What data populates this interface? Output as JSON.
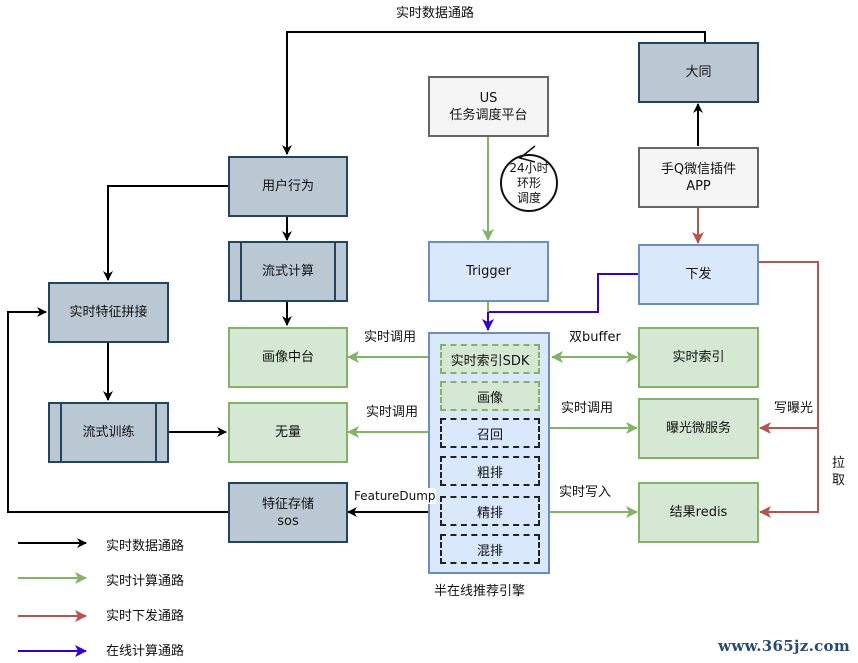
{
  "colors": {
    "data_path": "#000000",
    "compute_path": "#82b366",
    "deliver_path": "#b85450",
    "online_path": "#3300cc"
  },
  "nodes": {
    "datong": "大同",
    "us_line1": "US",
    "us_line2": "任务调度平台",
    "schedule_note_line1": "24小时",
    "schedule_note_line2": "环形",
    "schedule_note_line3": "调度",
    "app_line1": "手Q微信插件",
    "app_line2": "APP",
    "user_behavior": "用户行为",
    "stream_compute": "流式计算",
    "trigger": "Trigger",
    "deliver": "下发",
    "feature_join": "实时特征拼接",
    "profile_center": "画像中台",
    "stream_train": "流式训练",
    "wuliang": "无量",
    "feature_store_line1": "特征存储",
    "feature_store_line2": "sos",
    "realtime_index": "实时索引",
    "exposure_service": "曝光微服务",
    "result_redis": "结果redis"
  },
  "engine": {
    "title": "半在线推荐引擎",
    "modules": [
      "实时索引SDK",
      "画像",
      "召回",
      "粗排",
      "精排",
      "混排"
    ]
  },
  "edge_labels": {
    "top_path": "实时数据通路",
    "call_profile": "实时调用",
    "call_wuliang": "实时调用",
    "double_buffer": "双buffer",
    "call_exposure": "实时调用",
    "write_exposure": "写曝光",
    "feature_dump": "FeatureDump",
    "realtime_write": "实时写入",
    "pull_line1": "拉",
    "pull_line2": "取"
  },
  "legend": [
    {
      "label": "实时数据通路",
      "color": "#000000"
    },
    {
      "label": "实时计算通路",
      "color": "#82b366"
    },
    {
      "label": "实时下发通路",
      "color": "#b85450"
    },
    {
      "label": "在线计算通路",
      "color": "#3300cc"
    }
  ],
  "watermark": "www.365jz.com"
}
